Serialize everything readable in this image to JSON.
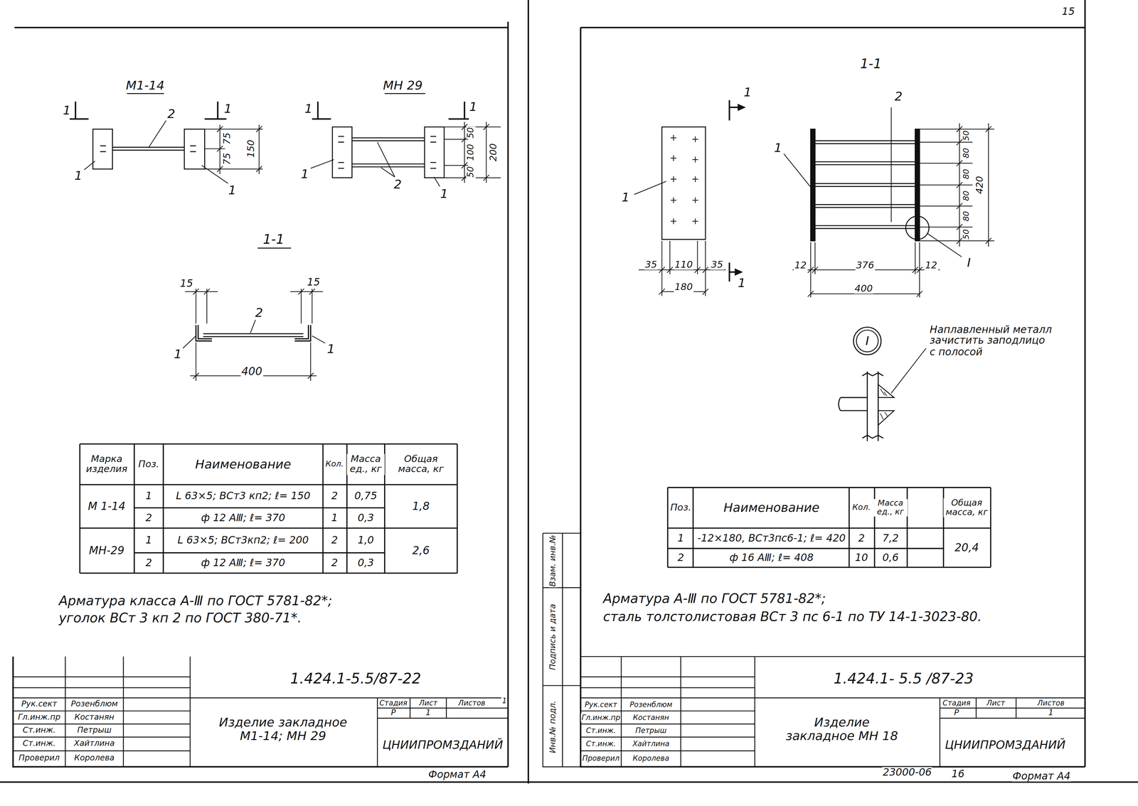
{
  "diagram": {
    "labels": [
      "М1-14",
      "МН 29",
      "1",
      "1",
      "1",
      "1",
      "2",
      "1",
      "1",
      "75",
      "75",
      "150",
      "1",
      "2",
      "1",
      "50",
      "100",
      "50",
      "200",
      "1-1",
      "15",
      "15",
      "2",
      "1",
      "1",
      "400",
      "Марка изделия",
      "Поз.",
      "Наименование",
      "Кол.",
      "Масса ед., кг",
      "Общая масса, кг",
      "М 1-14",
      "1",
      "L 63×5; ВСт3 кп2; ℓ= 150",
      "2",
      "0,75",
      "1,8",
      "2",
      "ф 12 АⅢ; ℓ= 370",
      "1",
      "0,3",
      "МН-29",
      "1",
      "L 63×5; ВСт3кп2; ℓ= 200",
      "2",
      "1,0",
      "2,6",
      "2",
      "ф 12 АⅢ; ℓ= 370",
      "2",
      "0,3",
      "Арматура класса А-Ⅲ по ГОСТ 5781-82*;",
      "уголок ВСт 3 кп 2 по ГОСТ 380-71*.",
      "1.424.1-5.5/87-22",
      "Рук.сект",
      "Розенблюм",
      "Гл.инж.пр",
      "Костанян",
      "Ст.инж.",
      "Петрыш",
      "Ст.инж.",
      "Хайтлина",
      "Проверил",
      "Королева",
      "Изделие закладное М1-14; МН 29",
      "Стадия",
      "Лист",
      "Листов",
      "1",
      "Р",
      "1",
      "ЦНИИПРОМЗДАНИЙ",
      "Формат А4",
      "15",
      "Взам. инв.№",
      "Подпись и дата",
      "Инв.№ подл.",
      "1-1",
      "1",
      "1",
      "1",
      "2",
      "1",
      "50",
      "80",
      "80",
      "80",
      "80",
      "50",
      "420",
      "35",
      "110",
      "35",
      "180",
      "12",
      "376",
      "12",
      "400",
      "I",
      "I",
      "Наплавленный металл зачистить заподлицо с полосой",
      "Поз.",
      "Наименование",
      "Кол.",
      "Масса ед., кг",
      "Общая масса, кг",
      "1",
      "-12×180, ВСт3пс6-1; ℓ= 420",
      "2",
      "7,2",
      "20,4",
      "2",
      "ф 16 АⅢ; ℓ= 408",
      "10",
      "0,6",
      "Арматура А-Ⅲ по ГОСТ 5781-82*;",
      "сталь толстолистовая ВСт 3 пс 6-1 по ТУ 14-1-3023-80.",
      "1.424.1- 5.5 /87-23",
      "Рук.сект",
      "Розенблюм",
      "Гл.инж.пр",
      "Костанян",
      "Ст.инж.",
      "Петрыш",
      "Ст.инж.",
      "Хайтлина",
      "Проверил",
      "Королева",
      "Изделие закладное МН 18",
      "Стадия",
      "Лист",
      "Листов",
      "Р",
      "1",
      "ЦНИИПРОМЗДАНИЙ",
      "23000-06",
      "16",
      "Формат А4"
    ]
  }
}
